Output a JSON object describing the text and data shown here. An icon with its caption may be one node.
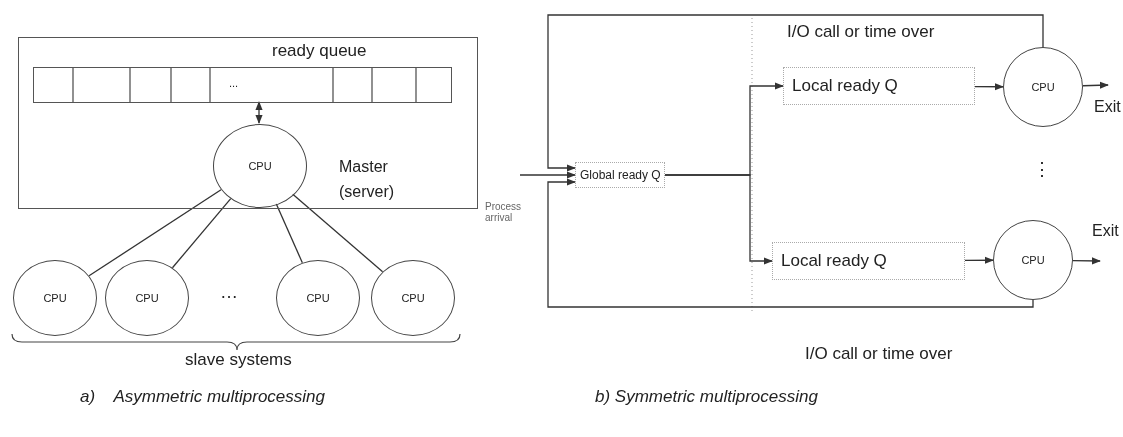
{
  "diagram": {
    "nodes": [
      {
        "text": [
          "Master (server)"
        ]
      },
      {
        "text": [
          "ready queue",
          "..."
        ],
        "in": 0
      },
      {
        "text": [
          "CPU"
        ],
        "in": 0
      },
      {
        "text": [
          "CPU"
        ]
      },
      {
        "text": [
          "CPU"
        ]
      },
      {
        "text": [
          "CPU"
        ]
      },
      {
        "text": [
          "CPU"
        ]
      },
      {
        "text": [
          "Global ready Q"
        ]
      },
      {
        "text": [
          "Local ready Q"
        ]
      },
      {
        "text": [
          "CPU"
        ]
      },
      {
        "text": [
          "Local ready Q"
        ]
      },
      {
        "text": [
          "CPU"
        ]
      }
    ],
    "edges": [
      {
        "from": 1,
        "to": 2,
        "arrow": "both"
      },
      {
        "from": 2,
        "to": 3,
        "arrow": "none"
      },
      {
        "from": 2,
        "to": 4,
        "arrow": "none"
      },
      {
        "from": 2,
        "to": 5,
        "arrow": "none"
      },
      {
        "from": 2,
        "to": 6,
        "arrow": "none"
      },
      {
        "from": null,
        "to": 7,
        "arrow": "to"
      },
      {
        "from": 7,
        "to": 8,
        "arrow": "to"
      },
      {
        "from": 7,
        "to": 10,
        "arrow": "to"
      },
      {
        "from": 8,
        "to": 9,
        "arrow": "to"
      },
      {
        "from": 10,
        "to": 11,
        "arrow": "to"
      },
      {
        "from": 9,
        "to": null,
        "arrow": "to",
        "label": "Exit"
      },
      {
        "from": 11,
        "to": null,
        "arrow": "to",
        "label": "Exit"
      },
      {
        "from": 9,
        "to": 7,
        "arrow": "to",
        "label": "I/O call or time over"
      },
      {
        "from": 11,
        "to": 7,
        "arrow": "to",
        "label": "I/O call or time over"
      }
    ],
    "labels": [
      "…",
      "slave systems",
      "a)    Asymmetric multiprocessing",
      "Process arrival",
      "⋮",
      "b) Symmetric multiprocessing"
    ]
  }
}
